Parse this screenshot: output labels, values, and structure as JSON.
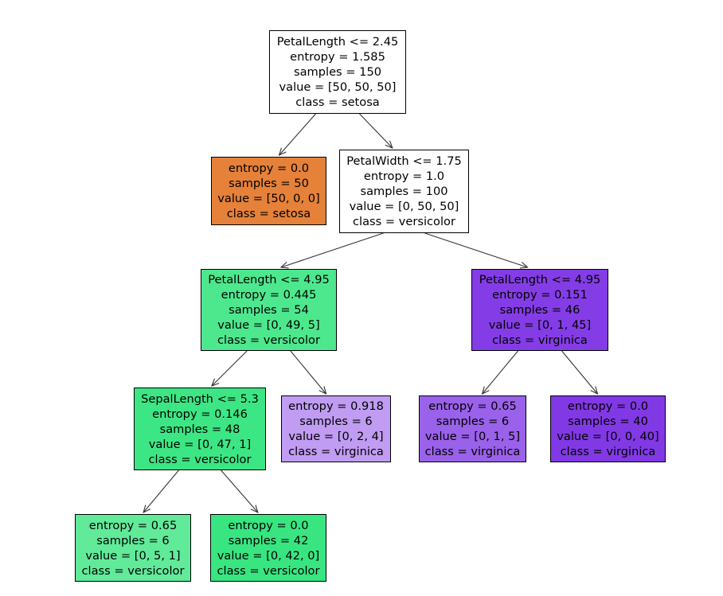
{
  "tree": {
    "nodes": [
      {
        "id": "n0",
        "lines": [
          "PetalLength <= 2.45",
          "entropy = 1.585",
          "samples = 150",
          "value = [50, 50, 50]",
          "class = setosa"
        ],
        "fill": "#ffffff"
      },
      {
        "id": "n1",
        "lines": [
          "entropy = 0.0",
          "samples = 50",
          "value = [50, 0, 0]",
          "class = setosa"
        ],
        "fill": "#e58139"
      },
      {
        "id": "n2",
        "lines": [
          "PetalWidth <= 1.75",
          "entropy = 1.0",
          "samples = 100",
          "value = [0, 50, 50]",
          "class = versicolor"
        ],
        "fill": "#ffffff"
      },
      {
        "id": "n3",
        "lines": [
          "PetalLength <= 4.95",
          "entropy = 0.445",
          "samples = 54",
          "value = [0, 49, 5]",
          "class = versicolor"
        ],
        "fill": "#4de88e"
      },
      {
        "id": "n4",
        "lines": [
          "PetalLength <= 4.95",
          "entropy = 0.151",
          "samples = 46",
          "value = [0, 1, 45]",
          "class = virginica"
        ],
        "fill": "#843de6"
      },
      {
        "id": "n5",
        "lines": [
          "SepalLength <= 5.3",
          "entropy = 0.146",
          "samples = 48",
          "value = [0, 47, 1]",
          "class = versicolor"
        ],
        "fill": "#3de684"
      },
      {
        "id": "n6",
        "lines": [
          "entropy = 0.918",
          "samples = 6",
          "value = [0, 2, 4]",
          "class = virginica"
        ],
        "fill": "#c09cf2"
      },
      {
        "id": "n7",
        "lines": [
          "entropy = 0.65",
          "samples = 6",
          "value = [0, 1, 5]",
          "class = virginica"
        ],
        "fill": "#9a61ea"
      },
      {
        "id": "n8",
        "lines": [
          "entropy = 0.0",
          "samples = 40",
          "value = [0, 0, 40]",
          "class = virginica"
        ],
        "fill": "#8139e5"
      },
      {
        "id": "n9",
        "lines": [
          "entropy = 0.65",
          "samples = 6",
          "value = [0, 5, 1]",
          "class = versicolor"
        ],
        "fill": "#61ea9a"
      },
      {
        "id": "n10",
        "lines": [
          "entropy = 0.0",
          "samples = 42",
          "value = [0, 42, 0]",
          "class = versicolor"
        ],
        "fill": "#39e581"
      }
    ],
    "edges": [
      [
        "n0",
        "n1"
      ],
      [
        "n0",
        "n2"
      ],
      [
        "n2",
        "n3"
      ],
      [
        "n2",
        "n4"
      ],
      [
        "n3",
        "n5"
      ],
      [
        "n3",
        "n6"
      ],
      [
        "n4",
        "n7"
      ],
      [
        "n4",
        "n8"
      ],
      [
        "n5",
        "n9"
      ],
      [
        "n5",
        "n10"
      ]
    ]
  }
}
